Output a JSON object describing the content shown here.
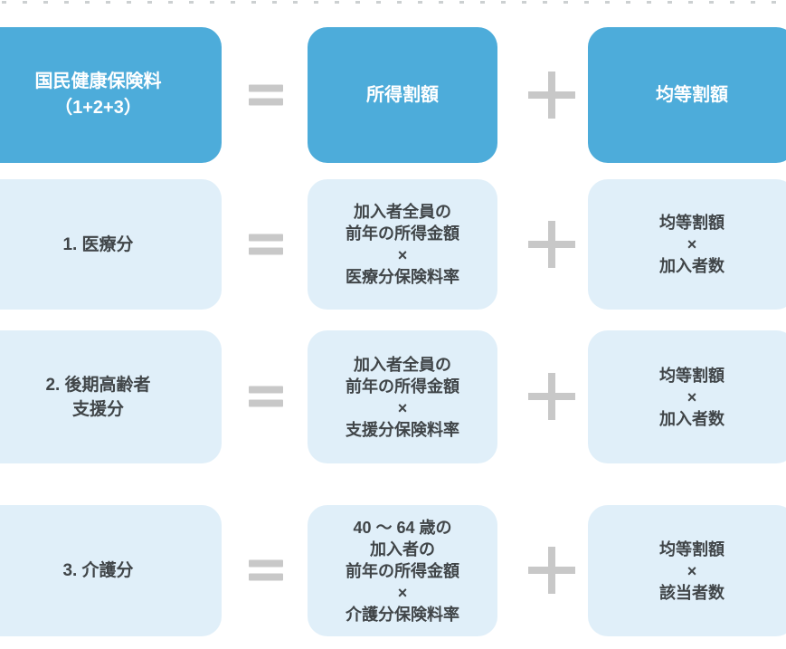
{
  "palette": {
    "box_blue": "#4DACDA",
    "box_light_blue": "#E0EFF9",
    "text_white": "#FFFFFF",
    "text_dark": "#404548",
    "operator_gray": "#C8C8C8"
  },
  "operators": {
    "equals": "＝",
    "plus": "＋"
  },
  "header_row": {
    "total": {
      "lines": [
        "国民健康保険料",
        "（1+2+3）"
      ]
    },
    "income_based": {
      "lines": [
        "所得割額"
      ]
    },
    "per_capita": {
      "lines": [
        "均等割額"
      ]
    }
  },
  "rows": [
    {
      "label": {
        "lines": [
          "1. 医療分"
        ]
      },
      "formula": {
        "lines": [
          "加入者全員の",
          "前年の所得金額",
          "×",
          "医療分保険料率"
        ]
      },
      "per_capita": {
        "lines": [
          "均等割額",
          "×",
          "加入者数"
        ]
      }
    },
    {
      "label": {
        "lines": [
          "2. 後期高齢者",
          "支援分"
        ]
      },
      "formula": {
        "lines": [
          "加入者全員の",
          "前年の所得金額",
          "×",
          "支援分保険料率"
        ]
      },
      "per_capita": {
        "lines": [
          "均等割額",
          "×",
          "加入者数"
        ]
      }
    },
    {
      "label": {
        "lines": [
          "3. 介護分"
        ]
      },
      "formula": {
        "lines": [
          "40 ～ 64 歳の",
          "加入者の",
          "前年の所得金額",
          "×",
          "介護分保険料率"
        ]
      },
      "per_capita": {
        "lines": [
          "均等割額",
          "×",
          "該当者数"
        ]
      }
    }
  ]
}
